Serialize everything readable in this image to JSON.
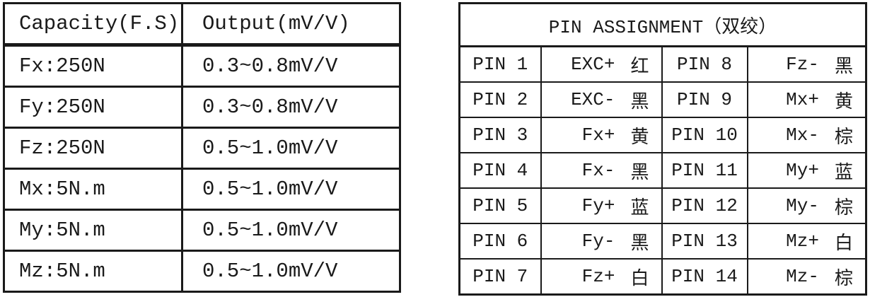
{
  "colors": {
    "border": "#1a1a1a",
    "text": "#1a1a1a",
    "background": "#ffffff"
  },
  "capacity_table": {
    "headers": {
      "capacity": "Capacity(F.S)",
      "output": "Output(mV/V)"
    },
    "rows": [
      {
        "capacity": "Fx:250N",
        "output": "0.3~0.8mV/V"
      },
      {
        "capacity": "Fy:250N",
        "output": "0.3~0.8mV/V"
      },
      {
        "capacity": "Fz:250N",
        "output": "0.5~1.0mV/V"
      },
      {
        "capacity": "Mx:5N.m",
        "output": "0.5~1.0mV/V"
      },
      {
        "capacity": "My:5N.m",
        "output": "0.5~1.0mV/V"
      },
      {
        "capacity": "Mz:5N.m",
        "output": "0.5~1.0mV/V"
      }
    ]
  },
  "pin_table": {
    "title": "PIN ASSIGNMENT（双绞）",
    "rows": [
      {
        "pin_left": "PIN 1",
        "signal_left": "EXC+",
        "color_left": "红",
        "pin_right": "PIN 8",
        "signal_right": "Fz-",
        "color_right": "黑"
      },
      {
        "pin_left": "PIN 2",
        "signal_left": "EXC-",
        "color_left": "黑",
        "pin_right": "PIN 9",
        "signal_right": "Mx+",
        "color_right": "黄"
      },
      {
        "pin_left": "PIN 3",
        "signal_left": "Fx+",
        "color_left": "黄",
        "pin_right": "PIN 10",
        "signal_right": "Mx-",
        "color_right": "棕"
      },
      {
        "pin_left": "PIN 4",
        "signal_left": "Fx-",
        "color_left": "黑",
        "pin_right": "PIN 11",
        "signal_right": "My+",
        "color_right": "蓝"
      },
      {
        "pin_left": "PIN 5",
        "signal_left": "Fy+",
        "color_left": "蓝",
        "pin_right": "PIN 12",
        "signal_right": "My-",
        "color_right": "棕"
      },
      {
        "pin_left": "PIN 6",
        "signal_left": "Fy-",
        "color_left": "黑",
        "pin_right": "PIN 13",
        "signal_right": "Mz+",
        "color_right": "白"
      },
      {
        "pin_left": "PIN 7",
        "signal_left": "Fz+",
        "color_left": "白",
        "pin_right": "PIN 14",
        "signal_right": "Mz-",
        "color_right": "棕"
      }
    ]
  }
}
